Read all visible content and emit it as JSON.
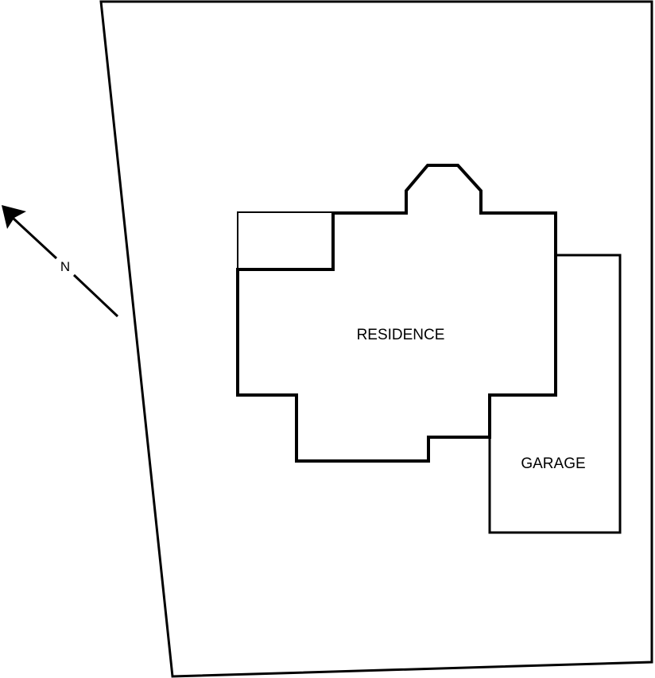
{
  "plan": {
    "residence_label": "RESIDENCE",
    "garage_label": "GARAGE",
    "north_label": "N"
  },
  "colors": {
    "stroke": "#000000",
    "background": "#ffffff"
  },
  "icons": {
    "north_arrow": "north-arrow-icon"
  }
}
